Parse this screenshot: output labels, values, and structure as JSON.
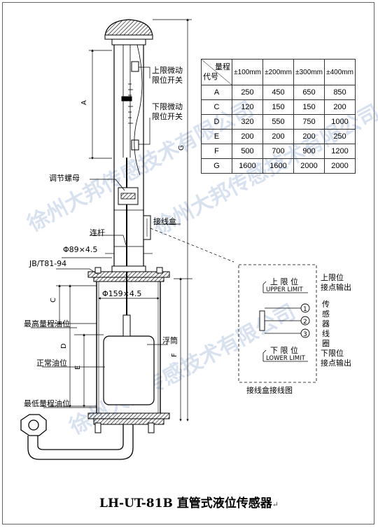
{
  "document": {
    "title": "LH-UT-81B 直管式液位传感器",
    "return_mark": "↵"
  },
  "watermark": {
    "lines": [
      "徐州大邦传感技术有限公司",
      "徐州大邦传感技术有限公司",
      "徐州大邦传感技术有限公司"
    ]
  },
  "callouts": {
    "upper_switch": [
      "上限微动",
      "限位开关"
    ],
    "lower_switch": [
      "下限微动",
      "限位开关"
    ],
    "adjust_nut": "调节螺母",
    "junction_box": "接线盒",
    "rod": "连杆",
    "pipe_dia": "Φ89×4.5",
    "flange_std": "JB/T81-94",
    "body_dia": "Φ159×4.5",
    "float": "浮筒",
    "max_oil": "最高量程油位",
    "normal_oil": "正常油位",
    "min_oil": "最低量程油位"
  },
  "dimensions": {
    "A": "A",
    "C": "C",
    "D": "D",
    "E": "E",
    "F": "F",
    "G": "G"
  },
  "spec_table": {
    "header_range": "量程",
    "header_code": "代号",
    "columns": [
      "±100mm",
      "±200mm",
      "±300mm",
      "±400mm"
    ],
    "rows": [
      {
        "code": "A",
        "values": [
          "250",
          "450",
          "650",
          "850"
        ]
      },
      {
        "code": "C",
        "values": [
          "120",
          "150",
          "150",
          "200"
        ]
      },
      {
        "code": "D",
        "values": [
          "320",
          "550",
          "750",
          "1000"
        ]
      },
      {
        "code": "E",
        "values": [
          "200",
          "200",
          "200",
          "250"
        ]
      },
      {
        "code": "F",
        "values": [
          "500",
          "700",
          "900",
          "1200"
        ]
      },
      {
        "code": "G",
        "values": [
          "1600",
          "1600",
          "2000",
          "2000"
        ]
      }
    ]
  },
  "wiring": {
    "upper_cn": "上 限 位",
    "upper_en": "UPPER LIMIT",
    "lower_cn": "下 限 位",
    "lower_en": "LOWER LIMIT",
    "upper_output": [
      "上限位",
      "接点输出"
    ],
    "lower_output": [
      "下限位",
      "接点输出"
    ],
    "coil_label": [
      "传",
      "感",
      "器",
      "线",
      "圈"
    ],
    "terminals": [
      "1",
      "2",
      "3"
    ],
    "caption": "接线盒接线图"
  }
}
